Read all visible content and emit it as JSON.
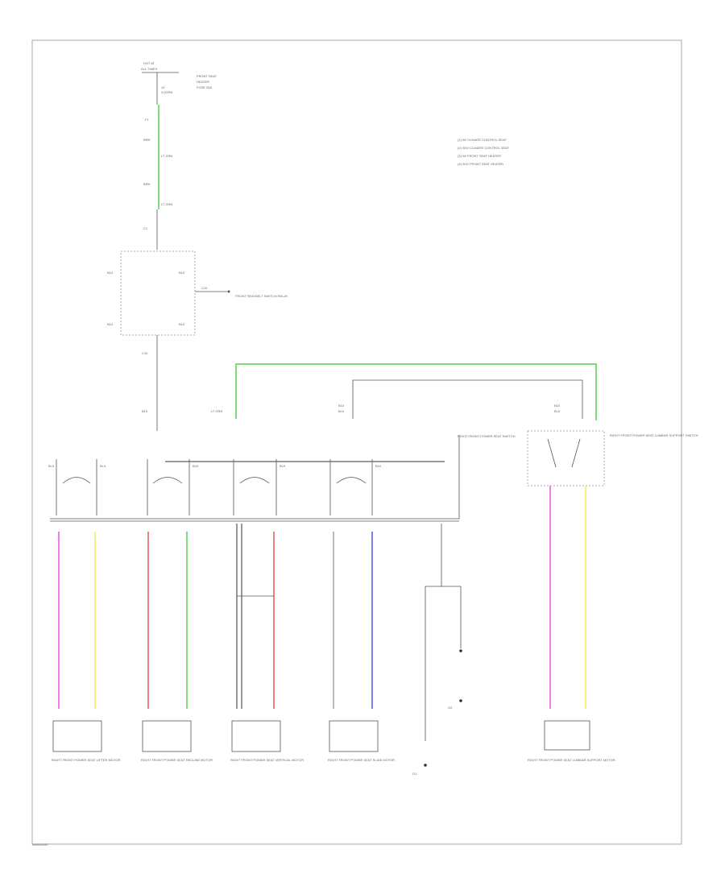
{
  "diagram": {
    "footer_code": "W0000000",
    "top_source": {
      "label": "HOT AT ALL TIMES",
      "fuse": "FRONT SEAT HEATER FUSE 20A"
    },
    "legend": [
      "(1) W/ CLIMATE CONTROL SEAT",
      "(2) W/O CLIMATE CONTROL SEAT",
      "(3) W/ FRONT SEAT HEATER",
      "(4) W/O FRONT SEAT HEATER"
    ],
    "relay_ref": "FRONT SEATBELT SWITCH RELAY",
    "right_switch_label": "RIGHT FRONT POWER SEAT LUMBAR SUPPORT SWITCH",
    "center_switch_label": "RIGHT FRONT POWER SEAT SWITCH",
    "motor_labels": [
      "RIGHT FRONT POWER SEAT LIFTER MOTOR",
      "RIGHT FRONT POWER SEAT RECLINE MOTOR",
      "RIGHT FRONT POWER SEAT VERTICAL MOTOR",
      "RIGHT FRONT POWER SEAT SLIDE MOTOR",
      "RIGHT FRONT POWER SEAT LUMBAR SUPPORT MOTOR"
    ],
    "ground_labels": [
      "G1",
      "G2"
    ],
    "colors": {
      "green": "#7be07b",
      "pink": "#f07ef0",
      "yellow": "#f5f08a",
      "red": "#f08080",
      "blue": "#8080f0",
      "black": "#333333"
    }
  }
}
